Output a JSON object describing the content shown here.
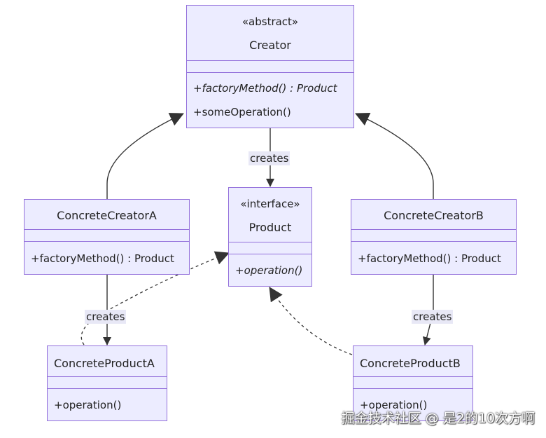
{
  "classes": {
    "creator": {
      "stereotype": "«abstract»",
      "name": "Creator",
      "method_abstract": "+factoryMethod() : Product",
      "method_concrete": "+someOperation()"
    },
    "product": {
      "stereotype": "«interface»",
      "name": "Product",
      "method_abstract": "+operation()"
    },
    "concrete_creator_a": {
      "name": "ConcreteCreatorA",
      "method": "+factoryMethod() : Product"
    },
    "concrete_creator_b": {
      "name": "ConcreteCreatorB",
      "method": "+factoryMethod() : Product"
    },
    "concrete_product_a": {
      "name": "ConcreteProductA",
      "method": "+operation()"
    },
    "concrete_product_b": {
      "name": "ConcreteProductB",
      "method": "+operation()"
    }
  },
  "edge_labels": {
    "creator_to_product": "creates",
    "creator_a_to_product_a": "creates",
    "creator_b_to_product_b": "creates"
  },
  "watermark": "掘金技术社区 @ 是2的10次方啊",
  "colors": {
    "node_fill": "#ECECFF",
    "node_border": "#9370DB",
    "edge": "#333333",
    "label_bg": "#E8E8F6"
  }
}
